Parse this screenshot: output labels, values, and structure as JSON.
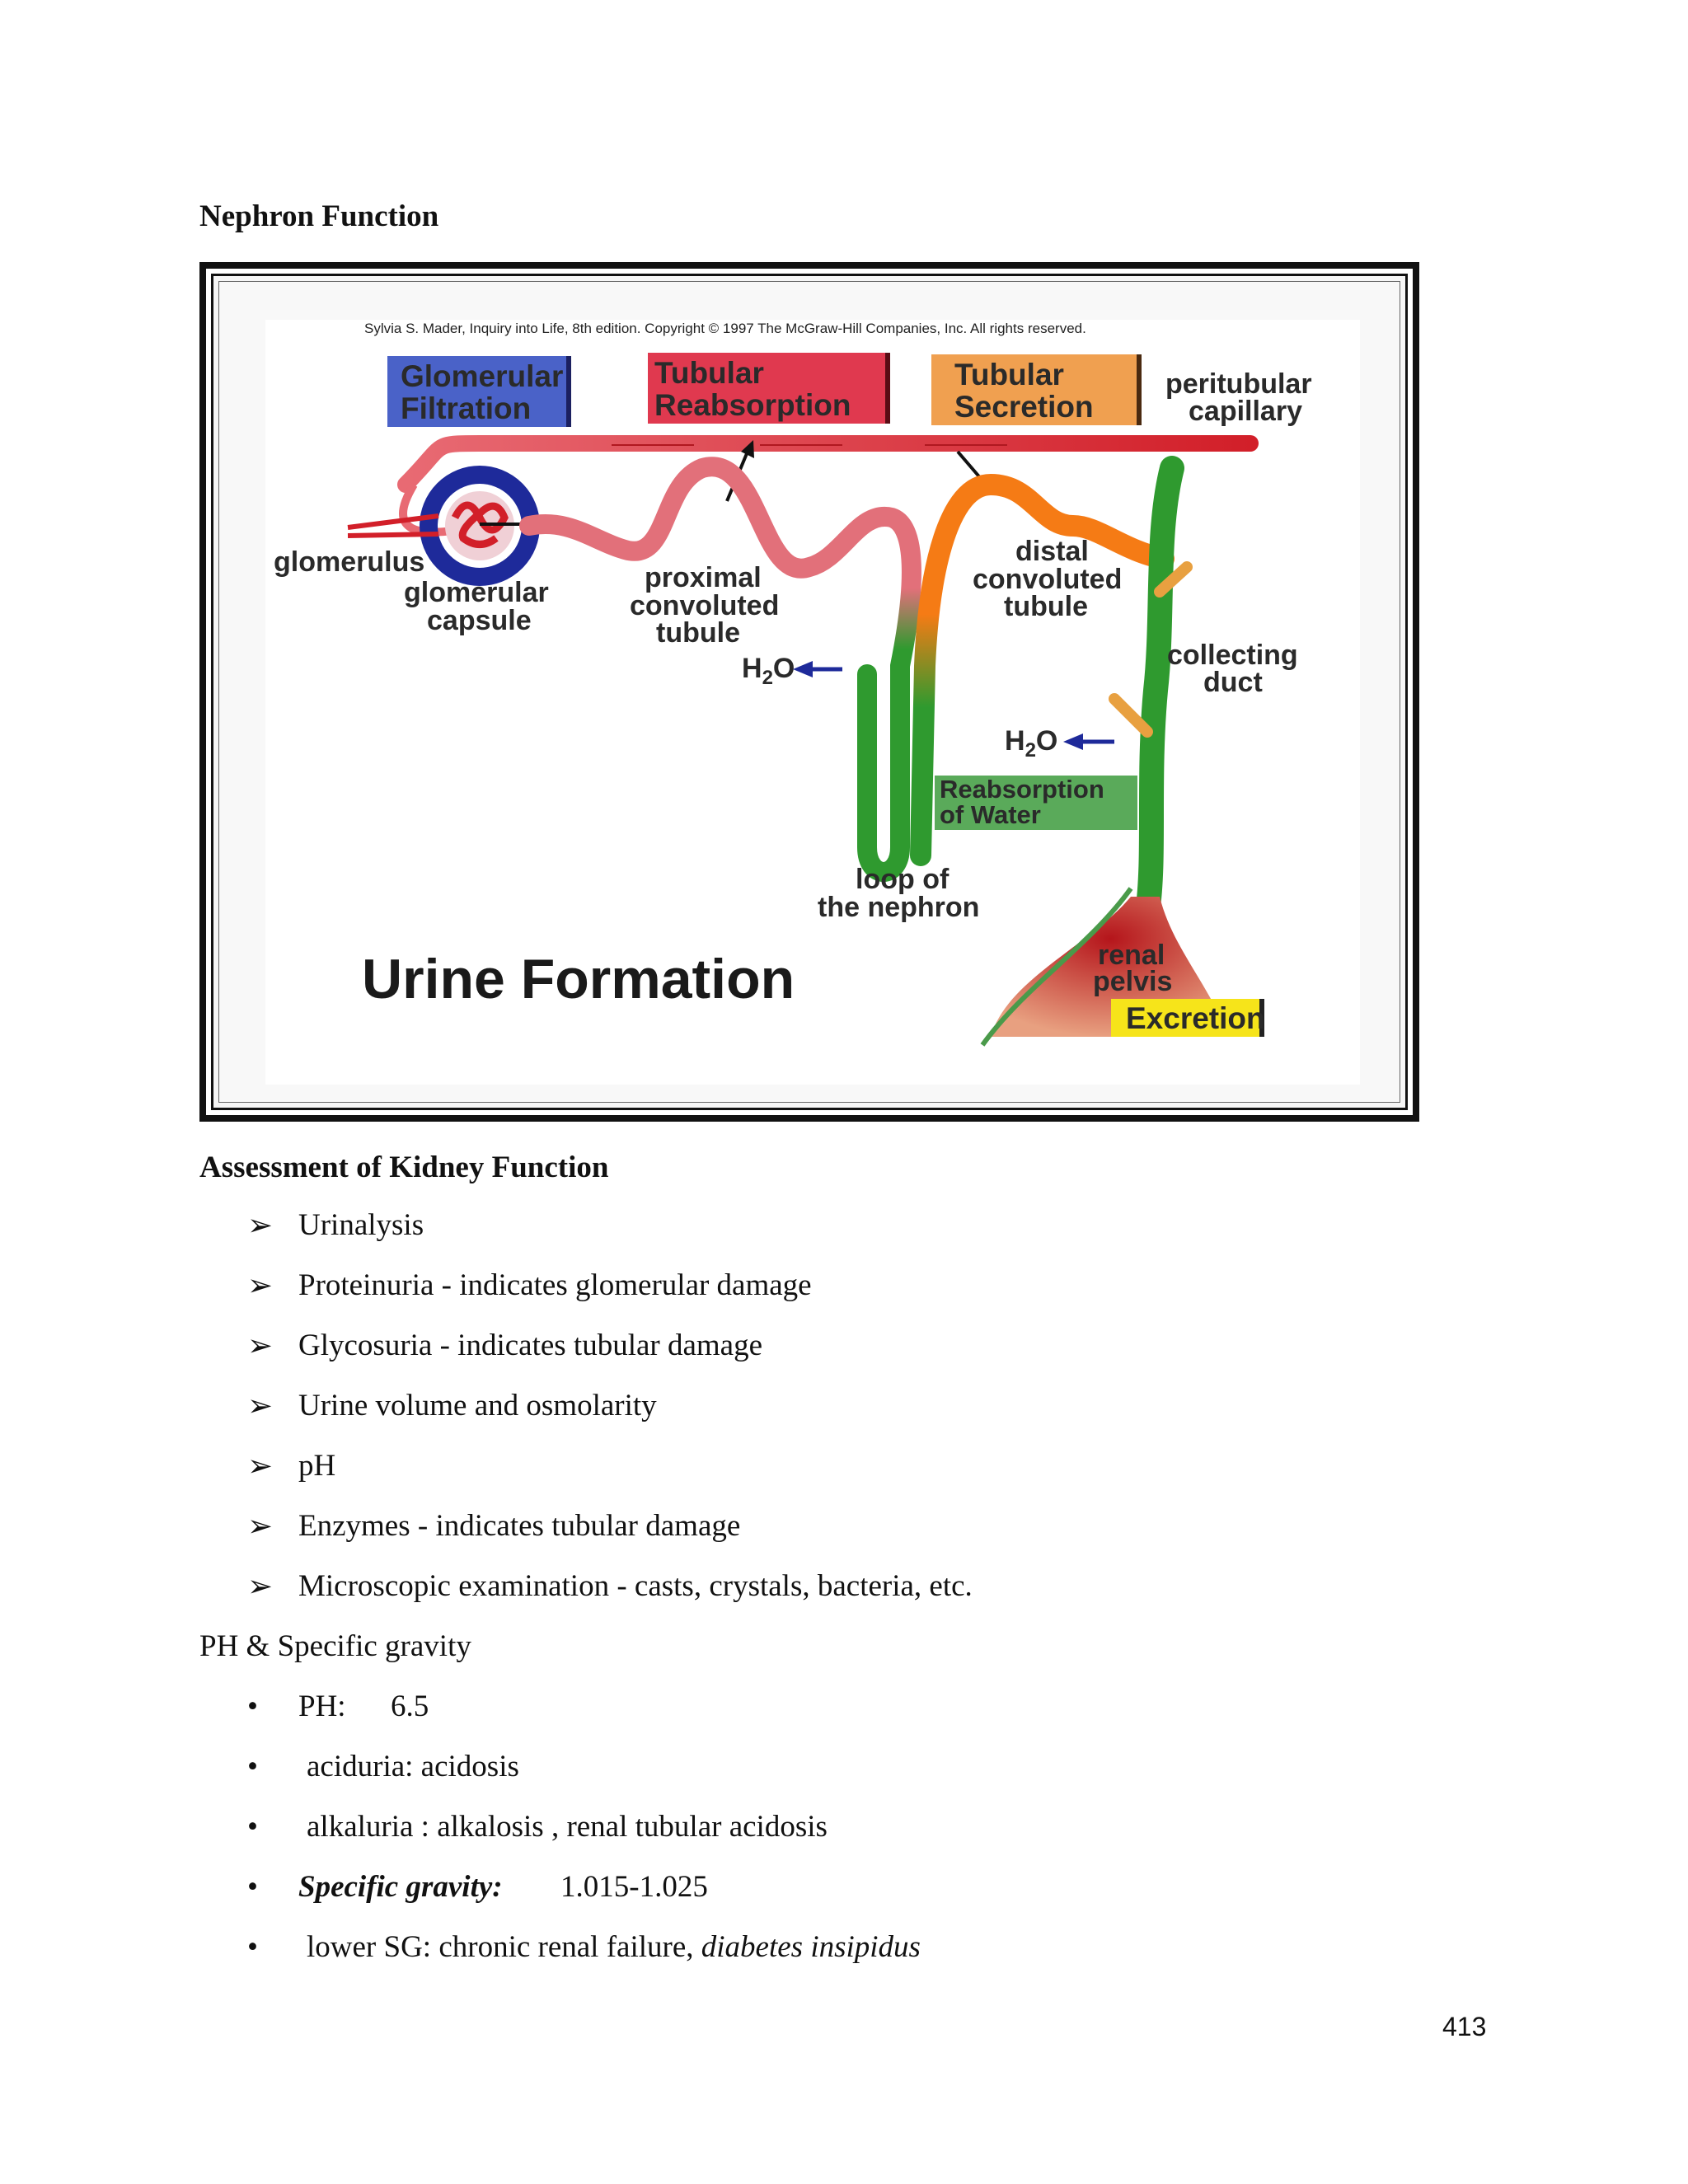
{
  "headings": {
    "nephron_function": "Nephron Function",
    "assessment": "Assessment of Kidney Function"
  },
  "figure": {
    "copyright": "Sylvia S. Mader, Inquiry into Life, 8th edition. Copyright © 1997 The McGraw-Hill Companies, Inc. All rights reserved.",
    "title": "Urine Formation",
    "boxes": {
      "glomerular_filtration": [
        "Glomerular",
        "Filtration"
      ],
      "tubular_reabsorption": [
        "Tubular",
        "Reabsorption"
      ],
      "tubular_secretion": [
        "Tubular",
        "Secretion"
      ],
      "reabsorption_of_water": [
        "Reabsorption",
        "of Water"
      ],
      "excretion": "Excretion"
    },
    "labels": {
      "peritubular_capillary": [
        "peritubular",
        "capillary"
      ],
      "glomerulus": "glomerulus",
      "glomerular_capsule": [
        "glomerular",
        "capsule"
      ],
      "proximal": [
        "proximal",
        "convoluted",
        "tubule"
      ],
      "distal": [
        "distal",
        "convoluted",
        "tubule"
      ],
      "collecting_duct": [
        "collecting",
        "duct"
      ],
      "loop": [
        "loop of",
        "the nephron"
      ],
      "renal_pelvis": [
        "renal",
        "pelvis"
      ],
      "h2o_1": "H",
      "h2o_2": "H",
      "h2o_sub": "2",
      "h2o_o": "O"
    },
    "colors": {
      "blue_box": "#4a62c8",
      "red_box": "#e0394f",
      "orange_box": "#f0a050",
      "green_box": "#5aaa5a",
      "yellow_box": "#f6e41a",
      "capillary": "#d8262e",
      "tubule_pink": "#e2707a",
      "green_tube": "#2f9a2f",
      "orange_tube": "#f57b15"
    }
  },
  "assessment_items": [
    "Urinalysis",
    "Proteinuria - indicates glomerular damage",
    "Glycosuria - indicates tubular damage",
    "Urine volume and osmolarity",
    "pH",
    "Enzymes - indicates tubular damage",
    "Microscopic examination - casts, crystals, bacteria, etc."
  ],
  "ph_heading": "PH & Specific gravity",
  "ph_items": {
    "ph_label": "PH:",
    "ph_value": "6.5",
    "aciduria": "aciduria: acidosis",
    "alkaluria": "alkaluria : alkalosis , renal tubular acidosis",
    "sg_label": "Specific gravity:",
    "sg_value": "1.015-1.025",
    "lower_sg_prefix": "lower SG: chronic renal failure, ",
    "lower_sg_italic": "diabetes insipidus"
  },
  "bullets": {
    "arrow": "➢",
    "dot": "•"
  },
  "page_number": "413"
}
